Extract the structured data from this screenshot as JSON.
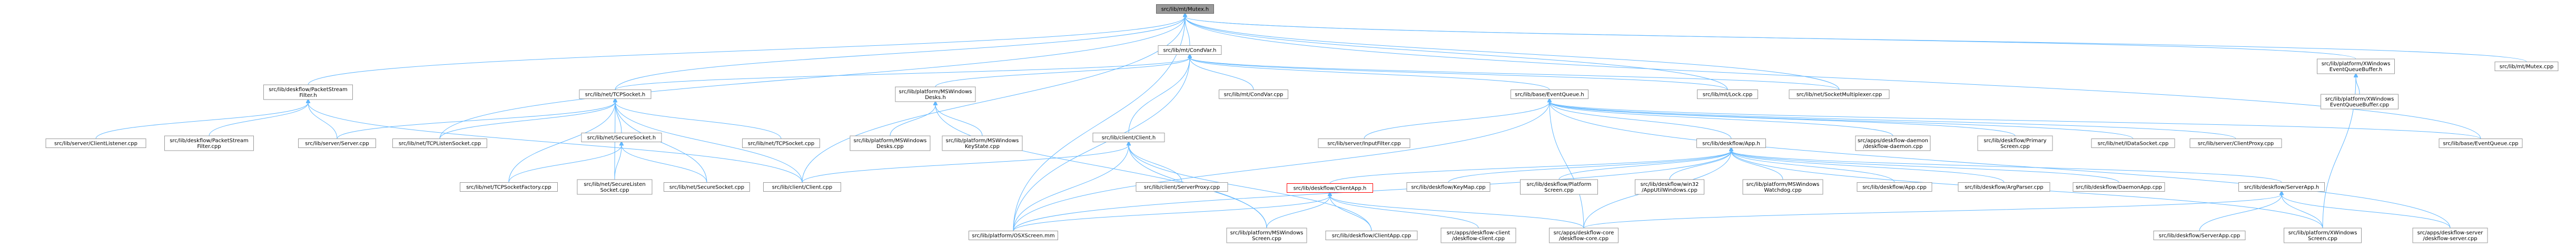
{
  "graph": {
    "nodes": [
      {
        "id": "mutex_h",
        "lines": [
          "src/lib/mt/Mutex.h"
        ],
        "root": true
      },
      {
        "id": "condvar_h",
        "lines": [
          "src/lib/mt/CondVar.h"
        ]
      },
      {
        "id": "packetstream_h",
        "lines": [
          "src/lib/deskflow/PacketStream",
          "Filter.h"
        ]
      },
      {
        "id": "tcpsocket_h",
        "lines": [
          "src/lib/net/TCPSocket.h"
        ]
      },
      {
        "id": "mswindesks_h",
        "lines": [
          "src/lib/platform/MSWindows",
          "Desks.h"
        ]
      },
      {
        "id": "eventqueue_h",
        "lines": [
          "src/lib/base/EventQueue.h"
        ]
      },
      {
        "id": "mtlock_cpp",
        "lines": [
          "src/lib/mt/Lock.cpp"
        ]
      },
      {
        "id": "sockmux_cpp",
        "lines": [
          "src/lib/net/SocketMultiplexer.cpp"
        ]
      },
      {
        "id": "xwinqueue_h",
        "lines": [
          "src/lib/platform/XWindows",
          "EventQueueBuffer.h"
        ]
      },
      {
        "id": "mutex_cpp",
        "lines": [
          "src/lib/mt/Mutex.cpp"
        ]
      },
      {
        "id": "condvar_cpp",
        "lines": [
          "src/lib/mt/CondVar.cpp"
        ]
      },
      {
        "id": "clientlistener_cpp",
        "lines": [
          "src/lib/server/ClientListener.cpp"
        ]
      },
      {
        "id": "packetstream_cpp",
        "lines": [
          "src/lib/deskflow/PacketStream",
          "Filter.cpp"
        ]
      },
      {
        "id": "server_cpp",
        "lines": [
          "src/lib/server/Server.cpp"
        ]
      },
      {
        "id": "tcplistener_cpp",
        "lines": [
          "src/lib/net/TCPListenSocket.cpp"
        ]
      },
      {
        "id": "tcpsocket_cpp",
        "lines": [
          "src/lib/net/TCPSocket.cpp"
        ]
      },
      {
        "id": "securesocket_h",
        "lines": [
          "src/lib/net/SecureSocket.h"
        ]
      },
      {
        "id": "mswindesks_cpp",
        "lines": [
          "src/lib/platform/MSWindows",
          "Desks.cpp"
        ]
      },
      {
        "id": "mswinkeystate_cpp",
        "lines": [
          "src/lib/platform/MSWindows",
          "KeyState.cpp"
        ]
      },
      {
        "id": "client_h",
        "lines": [
          "src/lib/client/Client.h"
        ]
      },
      {
        "id": "inputfilter_cpp",
        "lines": [
          "src/lib/server/InputFilter.cpp"
        ]
      },
      {
        "id": "deskflowapp_h",
        "lines": [
          "src/lib/deskflow/App.h"
        ]
      },
      {
        "id": "daemon_cpp",
        "lines": [
          "src/apps/deskflow-daemon",
          "/deskflow-daemon.cpp"
        ]
      },
      {
        "id": "primaryscreen_cpp",
        "lines": [
          "src/lib/deskflow/Primary",
          "Screen.cpp"
        ]
      },
      {
        "id": "idatasocket_cpp",
        "lines": [
          "src/lib/net/IDataSocket.cpp"
        ]
      },
      {
        "id": "clientproxy_cpp",
        "lines": [
          "src/lib/server/ClientProxy.cpp"
        ]
      },
      {
        "id": "xwinqueue_cpp",
        "lines": [
          "src/lib/platform/XWindows",
          "EventQueueBuffer.cpp"
        ]
      },
      {
        "id": "baseeventqueue_cpp",
        "lines": [
          "src/lib/base/EventQueue.cpp"
        ]
      },
      {
        "id": "tcpsocketfactory_cpp",
        "lines": [
          "src/lib/net/TCPSocketFactory.cpp"
        ]
      },
      {
        "id": "securelisten_cpp",
        "lines": [
          "src/lib/net/SecureListen",
          "Socket.cpp"
        ]
      },
      {
        "id": "securesocket_cpp",
        "lines": [
          "src/lib/net/SecureSocket.cpp"
        ]
      },
      {
        "id": "client_cpp",
        "lines": [
          "src/lib/client/Client.cpp"
        ]
      },
      {
        "id": "serverproxy_cpp",
        "lines": [
          "src/lib/client/ServerProxy.cpp"
        ]
      },
      {
        "id": "keymap_cpp",
        "lines": [
          "src/lib/deskflow/KeyMap.cpp"
        ]
      },
      {
        "id": "platformscreen_cpp",
        "lines": [
          "src/lib/deskflow/Platform",
          "Screen.cpp"
        ]
      },
      {
        "id": "win32app_cpp",
        "lines": [
          "src/lib/deskflow/win32",
          "/AppUtilWindows.cpp"
        ]
      },
      {
        "id": "mswinwatchdog_cpp",
        "lines": [
          "src/lib/platform/MSWindows",
          "Watchdog.cpp"
        ]
      },
      {
        "id": "app_cpp",
        "lines": [
          "src/lib/deskflow/App.cpp"
        ]
      },
      {
        "id": "argparser_cpp",
        "lines": [
          "src/lib/deskflow/ArgParser.cpp"
        ]
      },
      {
        "id": "daemonapp_cpp",
        "lines": [
          "src/lib/deskflow/DaemonApp.cpp"
        ]
      },
      {
        "id": "serverapp_h",
        "lines": [
          "src/lib/deskflow/ServerApp.h"
        ]
      },
      {
        "id": "clientapp_h",
        "lines": [
          "src/lib/deskflow/ClientApp.h"
        ],
        "hl": true
      },
      {
        "id": "osxscreen_mm",
        "lines": [
          "src/lib/platform/OSXScreen.mm"
        ]
      },
      {
        "id": "mswinscreen_cpp",
        "lines": [
          "src/lib/platform/MSWindows",
          "Screen.cpp"
        ]
      },
      {
        "id": "clientapp_cpp",
        "lines": [
          "src/lib/deskflow/ClientApp.cpp"
        ]
      },
      {
        "id": "dfclient_cpp",
        "lines": [
          "src/apps/deskflow-client",
          "/deskflow-client.cpp"
        ]
      },
      {
        "id": "dfcore_cpp",
        "lines": [
          "src/apps/deskflow-core",
          "/deskflow-core.cpp"
        ]
      },
      {
        "id": "serverapp_cpp",
        "lines": [
          "src/lib/deskflow/ServerApp.cpp"
        ]
      },
      {
        "id": "xwinscreen_cpp",
        "lines": [
          "src/lib/platform/XWindows",
          "Screen.cpp"
        ]
      },
      {
        "id": "dfserver_cpp",
        "lines": [
          "src/apps/deskflow-server",
          "/deskflow-server.cpp"
        ]
      }
    ],
    "edges": [
      [
        "mutex_h",
        "condvar_h"
      ],
      [
        "mutex_h",
        "packetstream_h"
      ],
      [
        "mutex_h",
        "tcpsocket_h"
      ],
      [
        "mutex_h",
        "mtlock_cpp"
      ],
      [
        "mutex_h",
        "sockmux_cpp"
      ],
      [
        "mutex_h",
        "xwinqueue_h"
      ],
      [
        "mutex_h",
        "mutex_cpp"
      ],
      [
        "mutex_h",
        "baseeventqueue_cpp"
      ],
      [
        "mutex_h",
        "client_cpp"
      ],
      [
        "mutex_h",
        "tcplistener_cpp"
      ],
      [
        "mutex_h",
        "osxscreen_mm"
      ],
      [
        "condvar_h",
        "mswindesks_h"
      ],
      [
        "condvar_h",
        "eventqueue_h"
      ],
      [
        "condvar_h",
        "mtlock_cpp"
      ],
      [
        "condvar_h",
        "sockmux_cpp"
      ],
      [
        "condvar_h",
        "condvar_cpp"
      ],
      [
        "condvar_h",
        "client_h"
      ],
      [
        "condvar_h",
        "tcpsocket_h"
      ],
      [
        "condvar_h",
        "osxscreen_mm"
      ],
      [
        "packetstream_h",
        "clientlistener_cpp"
      ],
      [
        "packetstream_h",
        "packetstream_cpp"
      ],
      [
        "packetstream_h",
        "server_cpp"
      ],
      [
        "packetstream_h",
        "client_cpp"
      ],
      [
        "tcpsocket_h",
        "server_cpp"
      ],
      [
        "tcpsocket_h",
        "tcplistener_cpp"
      ],
      [
        "tcpsocket_h",
        "tcpsocket_cpp"
      ],
      [
        "tcpsocket_h",
        "securesocket_h"
      ],
      [
        "tcpsocket_h",
        "tcpsocketfactory_cpp"
      ],
      [
        "tcpsocket_h",
        "securelisten_cpp"
      ],
      [
        "tcpsocket_h",
        "securesocket_cpp"
      ],
      [
        "tcpsocket_h",
        "client_cpp"
      ],
      [
        "mswindesks_h",
        "mswindesks_cpp"
      ],
      [
        "mswindesks_h",
        "mswinkeystate_cpp"
      ],
      [
        "mswindesks_h",
        "mswinscreen_cpp"
      ],
      [
        "eventqueue_h",
        "inputfilter_cpp"
      ],
      [
        "eventqueue_h",
        "deskflowapp_h"
      ],
      [
        "eventqueue_h",
        "daemon_cpp"
      ],
      [
        "eventqueue_h",
        "primaryscreen_cpp"
      ],
      [
        "eventqueue_h",
        "idatasocket_cpp"
      ],
      [
        "eventqueue_h",
        "clientproxy_cpp"
      ],
      [
        "eventqueue_h",
        "baseeventqueue_cpp"
      ],
      [
        "eventqueue_h",
        "osxscreen_mm"
      ],
      [
        "eventqueue_h",
        "dfcore_cpp"
      ],
      [
        "eventqueue_h",
        "dfserver_cpp"
      ],
      [
        "xwinqueue_h",
        "xwinqueue_cpp"
      ],
      [
        "xwinqueue_h",
        "xwinscreen_cpp"
      ],
      [
        "securesocket_h",
        "tcpsocketfactory_cpp"
      ],
      [
        "securesocket_h",
        "securelisten_cpp"
      ],
      [
        "securesocket_h",
        "securesocket_cpp"
      ],
      [
        "client_h",
        "serverproxy_cpp"
      ],
      [
        "client_h",
        "client_cpp"
      ],
      [
        "client_h",
        "clientapp_cpp"
      ],
      [
        "client_h",
        "osxscreen_mm"
      ],
      [
        "client_h",
        "mswinscreen_cpp"
      ],
      [
        "deskflowapp_h",
        "keymap_cpp"
      ],
      [
        "deskflowapp_h",
        "platformscreen_cpp"
      ],
      [
        "deskflowapp_h",
        "win32app_cpp"
      ],
      [
        "deskflowapp_h",
        "mswinwatchdog_cpp"
      ],
      [
        "deskflowapp_h",
        "app_cpp"
      ],
      [
        "deskflowapp_h",
        "argparser_cpp"
      ],
      [
        "deskflowapp_h",
        "daemonapp_cpp"
      ],
      [
        "deskflowapp_h",
        "serverapp_h"
      ],
      [
        "deskflowapp_h",
        "clientapp_h"
      ],
      [
        "deskflowapp_h",
        "osxscreen_mm"
      ],
      [
        "deskflowapp_h",
        "dfcore_cpp"
      ],
      [
        "deskflowapp_h",
        "xwinscreen_cpp"
      ],
      [
        "clientapp_h",
        "osxscreen_mm"
      ],
      [
        "clientapp_h",
        "mswinscreen_cpp"
      ],
      [
        "clientapp_h",
        "clientapp_cpp"
      ],
      [
        "clientapp_h",
        "dfclient_cpp"
      ],
      [
        "clientapp_h",
        "dfcore_cpp"
      ],
      [
        "serverapp_h",
        "serverapp_cpp"
      ],
      [
        "serverapp_h",
        "xwinscreen_cpp"
      ],
      [
        "serverapp_h",
        "dfserver_cpp"
      ],
      [
        "serverapp_h",
        "dfcore_cpp"
      ]
    ]
  }
}
